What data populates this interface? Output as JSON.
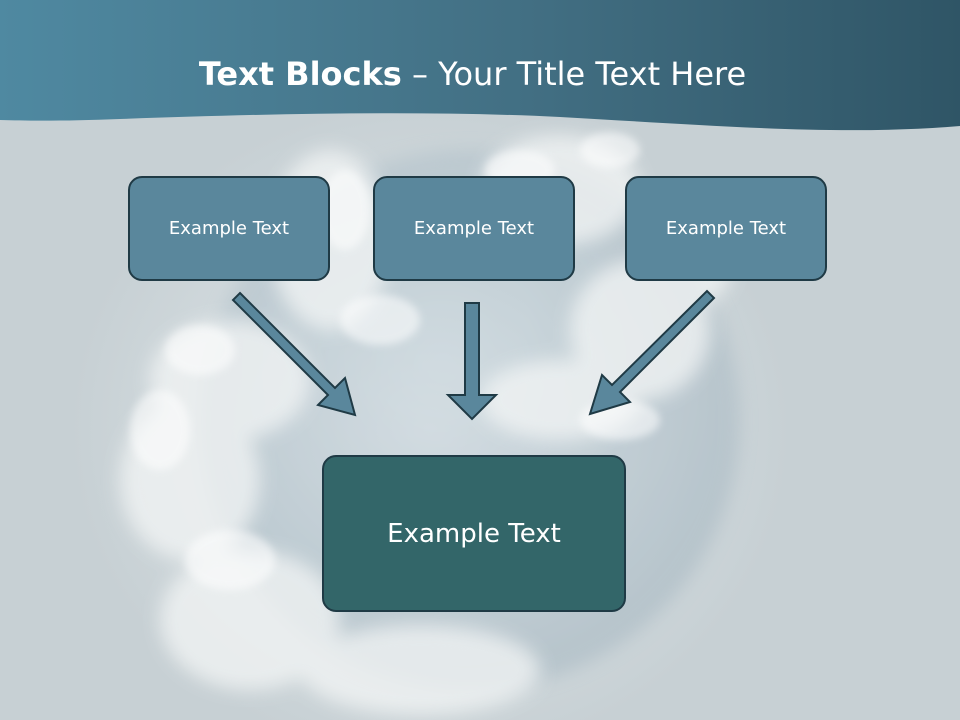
{
  "slide": {
    "title_bold": "Text Blocks",
    "title_rest": " – Your Title Text Here",
    "blocks": [
      {
        "label": "Example Text"
      },
      {
        "label": "Example Text"
      },
      {
        "label": "Example Text"
      }
    ],
    "target": {
      "label": "Example Text"
    }
  },
  "colors": {
    "header": "#4a7b90",
    "block_fill": "#5a879c",
    "target_fill": "#336669",
    "arrow_fill": "#5a879c",
    "outline": "#1f3a45"
  }
}
